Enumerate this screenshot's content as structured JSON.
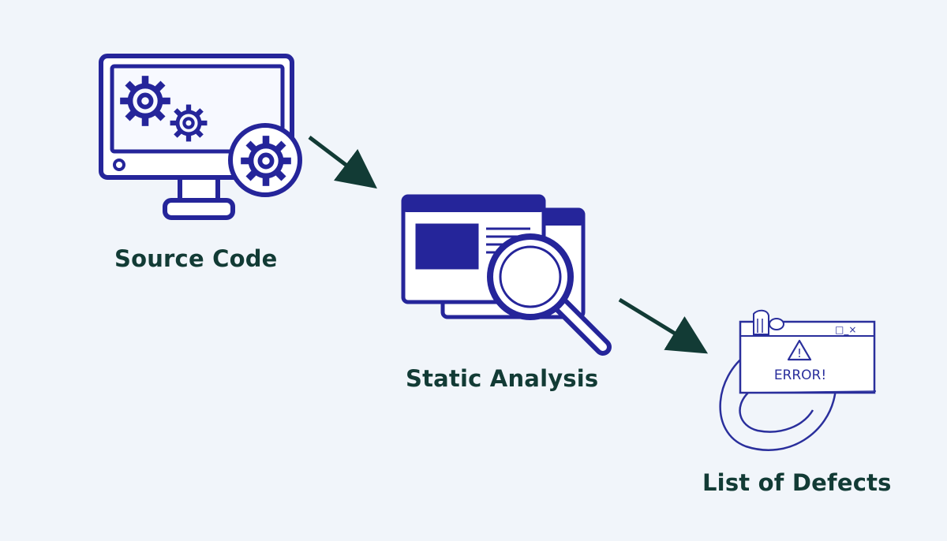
{
  "nodes": [
    {
      "id": "source_code",
      "label": "Source Code",
      "icon": "monitor-gears-icon"
    },
    {
      "id": "static_analysis",
      "label": "Static Analysis",
      "icon": "document-magnifier-icon"
    },
    {
      "id": "list_of_defects",
      "label": "List of Defects",
      "icon": "error-window-icon"
    }
  ],
  "error_window": {
    "text": "ERROR!",
    "titlebar_controls": "□_×",
    "warning_glyph": "!"
  },
  "colors": {
    "background": "#f1f5fa",
    "icon_stroke": "#25259a",
    "icon_fill": "#25259a",
    "label_text": "#123b35",
    "arrow": "#123b35",
    "icon_white": "#ffffff"
  }
}
